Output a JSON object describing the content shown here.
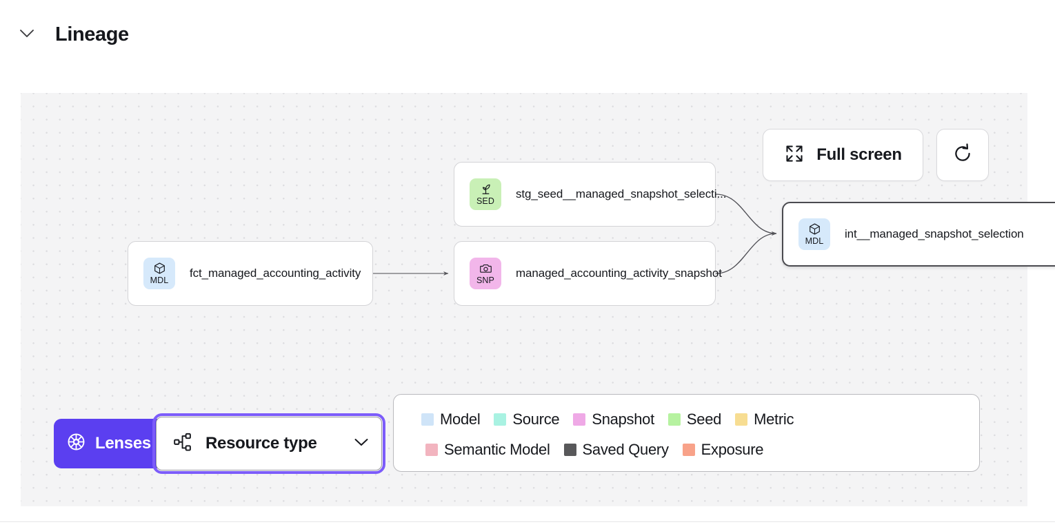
{
  "header": {
    "title": "Lineage",
    "collapse_icon": "chevron-down-icon"
  },
  "canvas": {
    "background_color": "#f4f4f5",
    "dot_color": "#dcdcdf"
  },
  "controls": {
    "fullscreen_label": "Full screen",
    "fullscreen_icon": "expand-arrows-icon",
    "refresh_icon": "refresh-icon",
    "lenses_label": "Lenses",
    "lenses_icon": "aperture-icon",
    "lenses_color": "#5b3ff0",
    "resource_type_label": "Resource type",
    "resource_type_icon": "hierarchy-icon",
    "resource_type_chevron": "chevron-down-icon",
    "focus_ring_color": "#7c5cfa"
  },
  "graph": {
    "nodes": [
      {
        "id": "fct_managed_accounting_activity",
        "label": "fct_managed_accounting_activity",
        "type": "Model",
        "badge_code": "MDL",
        "badge_icon": "cube-icon",
        "badge_color": "#d6e9fb",
        "selected": false
      },
      {
        "id": "stg_seed__managed_snapshot_selection",
        "label": "stg_seed__managed_snapshot_selecti...",
        "type": "Seed",
        "badge_code": "SED",
        "badge_icon": "sprout-icon",
        "badge_color": "#c9f0b6",
        "selected": false
      },
      {
        "id": "managed_accounting_activity_snapshot",
        "label": "managed_accounting_activity_snapshot",
        "type": "Snapshot",
        "badge_code": "SNP",
        "badge_icon": "camera-icon",
        "badge_color": "#f2b6ea",
        "selected": false
      },
      {
        "id": "int__managed_snapshot_selection",
        "label": "int__managed_snapshot_selection",
        "type": "Model",
        "badge_code": "MDL",
        "badge_icon": "cube-icon",
        "badge_color": "#d6e9fb",
        "selected": true
      }
    ],
    "edges": [
      {
        "from": "fct_managed_accounting_activity",
        "to": "managed_accounting_activity_snapshot"
      },
      {
        "from": "stg_seed__managed_snapshot_selection",
        "to": "int__managed_snapshot_selection"
      },
      {
        "from": "managed_accounting_activity_snapshot",
        "to": "int__managed_snapshot_selection"
      }
    ]
  },
  "legend": {
    "row1": [
      {
        "label": "Model",
        "color": "#cfe4f8"
      },
      {
        "label": "Source",
        "color": "#a9f2e2"
      },
      {
        "label": "Snapshot",
        "color": "#efa9e6"
      },
      {
        "label": "Seed",
        "color": "#b6f2a0"
      },
      {
        "label": "Metric",
        "color": "#f7dd92"
      }
    ],
    "row2": [
      {
        "label": "Semantic Model",
        "color": "#f2b4bf"
      },
      {
        "label": "Saved Query",
        "color": "#58585a"
      },
      {
        "label": "Exposure",
        "color": "#f8a289"
      }
    ]
  }
}
